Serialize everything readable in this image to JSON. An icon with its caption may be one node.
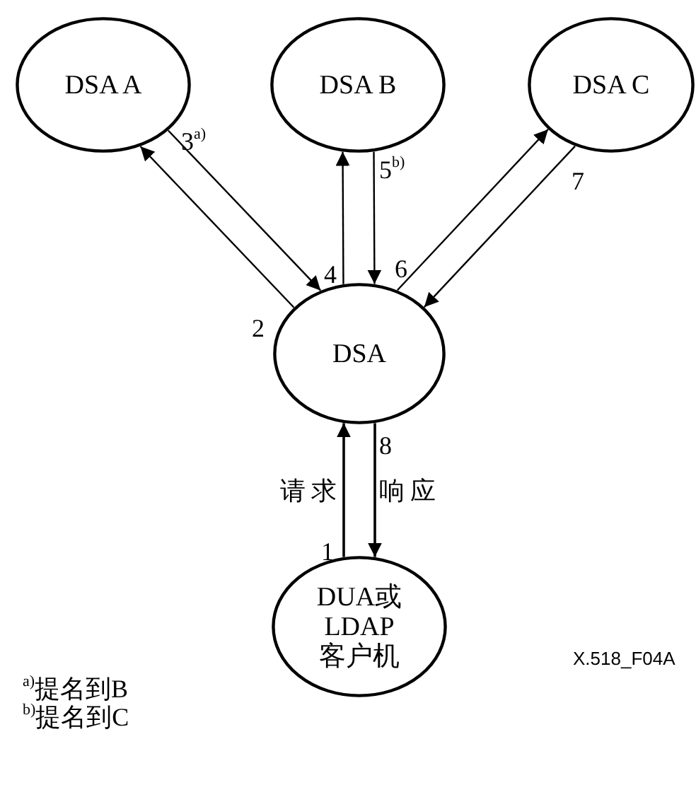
{
  "diagram": {
    "nodes": [
      {
        "text": [
          "DSA A"
        ]
      },
      {
        "text": [
          "DSA B"
        ]
      },
      {
        "text": [
          "DSA C"
        ]
      },
      {
        "text": [
          "DSA"
        ]
      },
      {
        "text": [
          "DUA或LDAP客户机"
        ]
      }
    ],
    "edges": [
      {
        "from": 3,
        "to": 0,
        "arrow": "to",
        "label": "2"
      },
      {
        "from": 0,
        "to": 3,
        "arrow": "to",
        "label": "3$^{a)}$"
      },
      {
        "from": 3,
        "to": 1,
        "arrow": "to",
        "label": "4"
      },
      {
        "from": 1,
        "to": 3,
        "arrow": "to",
        "label": "5$^{b)}$"
      },
      {
        "from": 3,
        "to": 2,
        "arrow": "to",
        "label": "6"
      },
      {
        "from": 2,
        "to": 3,
        "arrow": "to",
        "label": "7"
      },
      {
        "from": 4,
        "to": 3,
        "arrow": "to",
        "label": "1"
      },
      {
        "from": 3,
        "to": 4,
        "arrow": "to",
        "label": "8"
      }
    ],
    "labels": [
      "请求",
      "响应",
      "X.518_F04A",
      "$^{a)}$提名到B",
      "$^{b)}$提名到C"
    ]
  }
}
